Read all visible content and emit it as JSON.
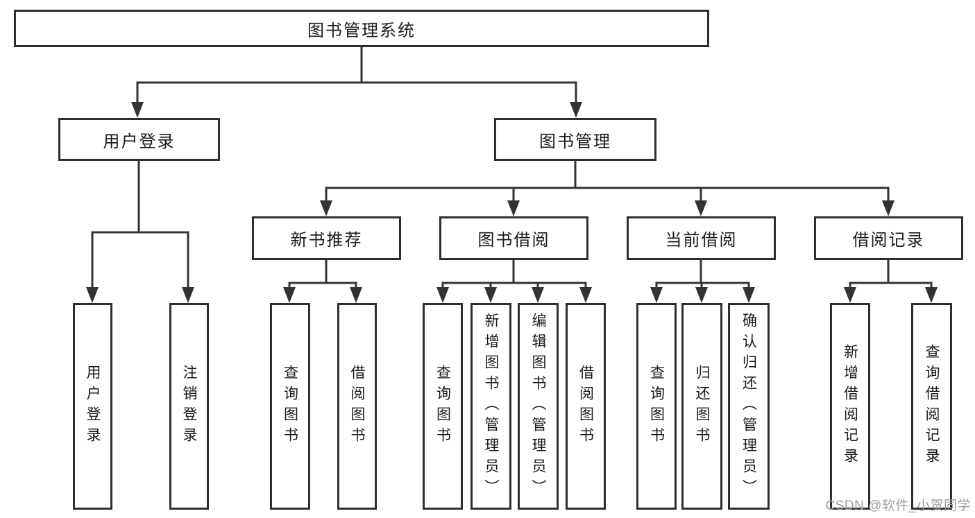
{
  "diagram": {
    "root": {
      "label": "图书管理系统"
    },
    "level2": {
      "user_login": {
        "label": "用户登录"
      },
      "book_mgmt": {
        "label": "图书管理"
      }
    },
    "level3": {
      "new_books": {
        "label": "新书推荐"
      },
      "book_borrow": {
        "label": "图书借阅"
      },
      "current_borrow": {
        "label": "当前借阅"
      },
      "borrow_records": {
        "label": "借阅记录"
      }
    },
    "leaves": {
      "user_login": {
        "label": "用户登录"
      },
      "logout": {
        "label": "注销登录"
      },
      "nb_query_books": {
        "label": "查询图书"
      },
      "nb_borrow_books": {
        "label": "借阅图书"
      },
      "bb_query_books": {
        "label": "查询图书"
      },
      "bb_add_books": {
        "label": "新增图书（管理员）"
      },
      "bb_edit_books": {
        "label": "编辑图书（管理员）"
      },
      "bb_borrow_books": {
        "label": "借阅图书"
      },
      "cb_query_books": {
        "label": "查询图书"
      },
      "cb_return_books": {
        "label": "归还图书"
      },
      "cb_confirm_return": {
        "label": "确认归还（管理员）"
      },
      "br_add_record": {
        "label": "新增借阅记录"
      },
      "br_query_record": {
        "label": "查询借阅记录"
      }
    }
  },
  "watermark": {
    "text": "CSDN @软件_小贺同学"
  },
  "colors": {
    "line": "#333333",
    "box_border": "#2e2e2e",
    "text": "#1a1a1a",
    "watermark": "#9e9e9e",
    "background": "#ffffff"
  }
}
